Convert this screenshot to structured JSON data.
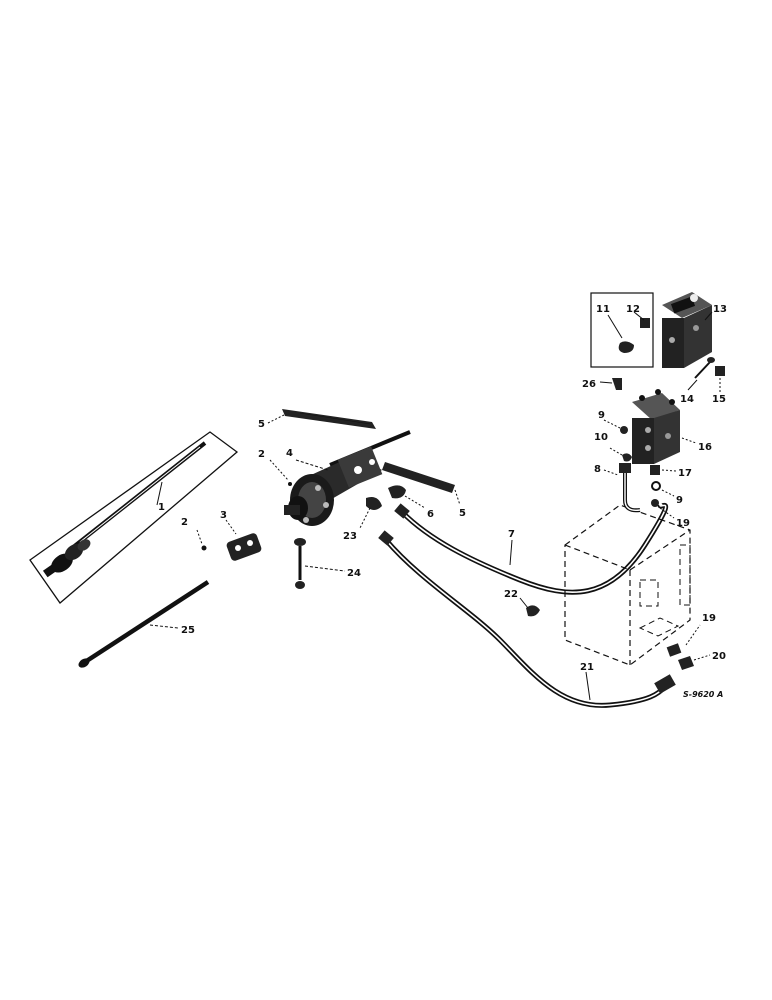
{
  "diagram": {
    "reference_code": "S-9620 A",
    "callouts": {
      "c1": "1",
      "c2a": "2",
      "c2b": "2",
      "c3": "3",
      "c4": "4",
      "c5a": "5",
      "c5b": "5",
      "c6": "6",
      "c7": "7",
      "c8": "8",
      "c9a": "9",
      "c9b": "9",
      "c10": "10",
      "c11": "11",
      "c12": "12",
      "c13": "13",
      "c14": "14",
      "c15": "15",
      "c16": "16",
      "c17": "17",
      "c19a": "19",
      "c19b": "19",
      "c20": "20",
      "c21": "21",
      "c22": "22",
      "c23": "23",
      "c24": "24",
      "c25": "25",
      "c26": "26"
    }
  }
}
